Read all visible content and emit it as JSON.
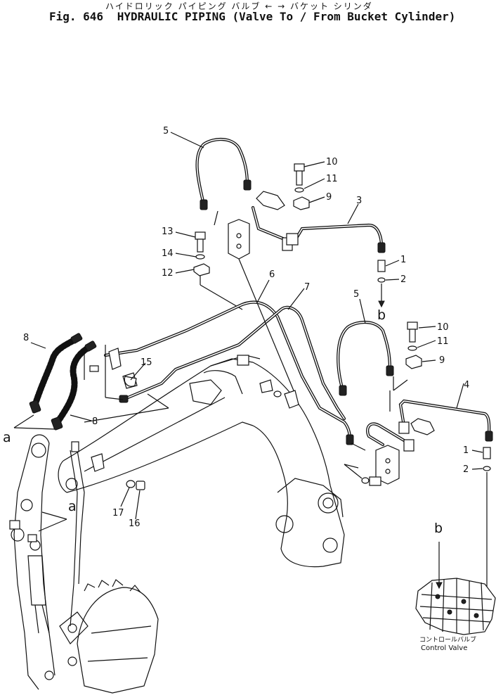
{
  "title": {
    "japanese": "ハイドロリック パイピング バルブ ← → バケット シリンダ",
    "fig_label": "Fig. 646",
    "english": "HYDRAULIC PIPING (Valve To / From Bucket Cylinder)"
  },
  "callouts": {
    "p1a": "1",
    "p2a": "2",
    "p3": "3",
    "p5a": "5",
    "p9a": "9",
    "p10a": "10",
    "p11a": "11",
    "p12": "12",
    "p13": "13",
    "p14": "14",
    "p6": "6",
    "p7": "7",
    "p8a": "8",
    "p8b": "8",
    "p15": "15",
    "p5b": "5",
    "p10b": "10",
    "p11b": "11",
    "p9b": "9",
    "p4": "4",
    "p1b": "1",
    "p2b": "2",
    "p17": "17",
    "p16": "16"
  },
  "ref_letters": {
    "b_top": "b",
    "b_bottom": "b",
    "a_left": "a",
    "a_mid": "a"
  },
  "control_valve": {
    "label_jp": "コントロールバルブ",
    "label_en": "Control Valve"
  }
}
